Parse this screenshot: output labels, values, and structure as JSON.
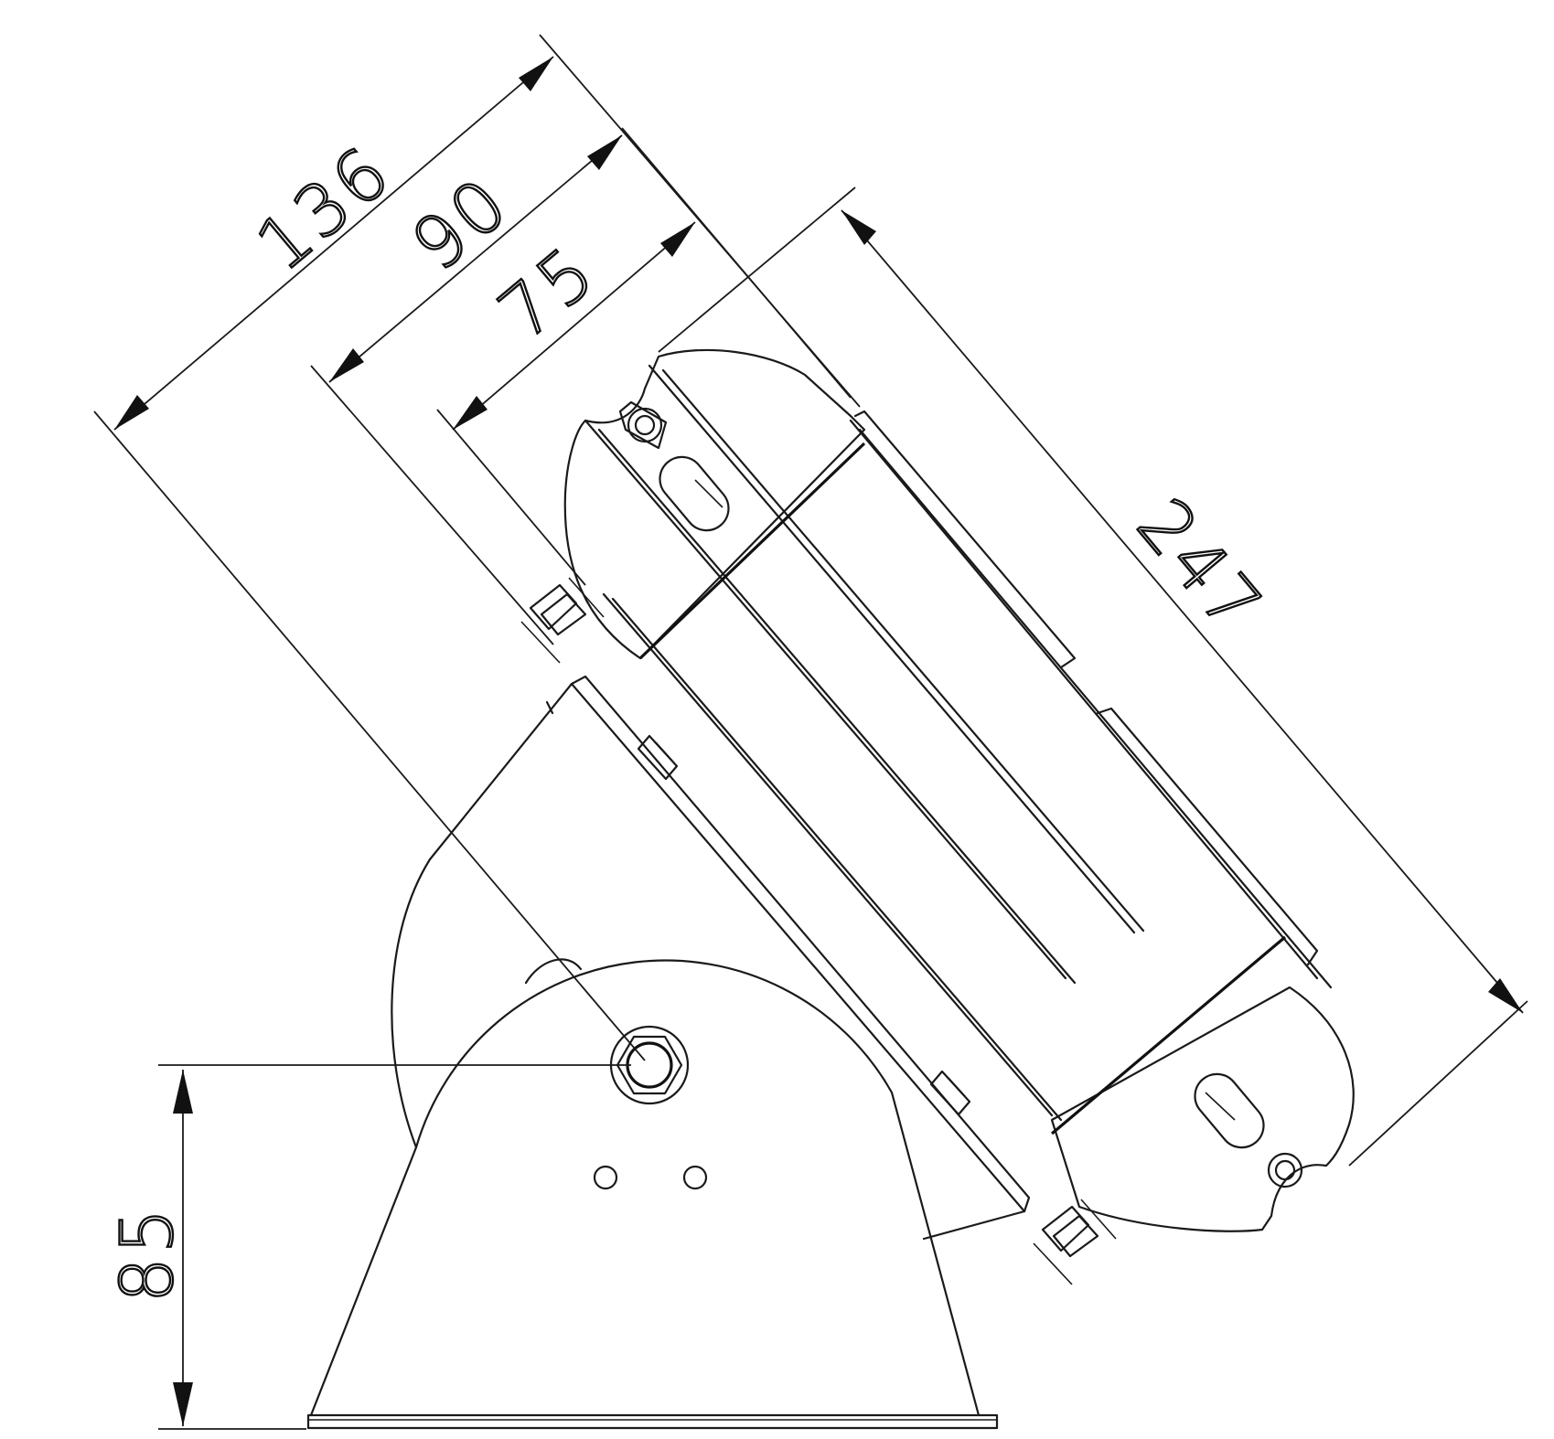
{
  "dimensions": {
    "d136": "136",
    "d90": "90",
    "d75": "75",
    "d247": "247",
    "d85": "85"
  }
}
